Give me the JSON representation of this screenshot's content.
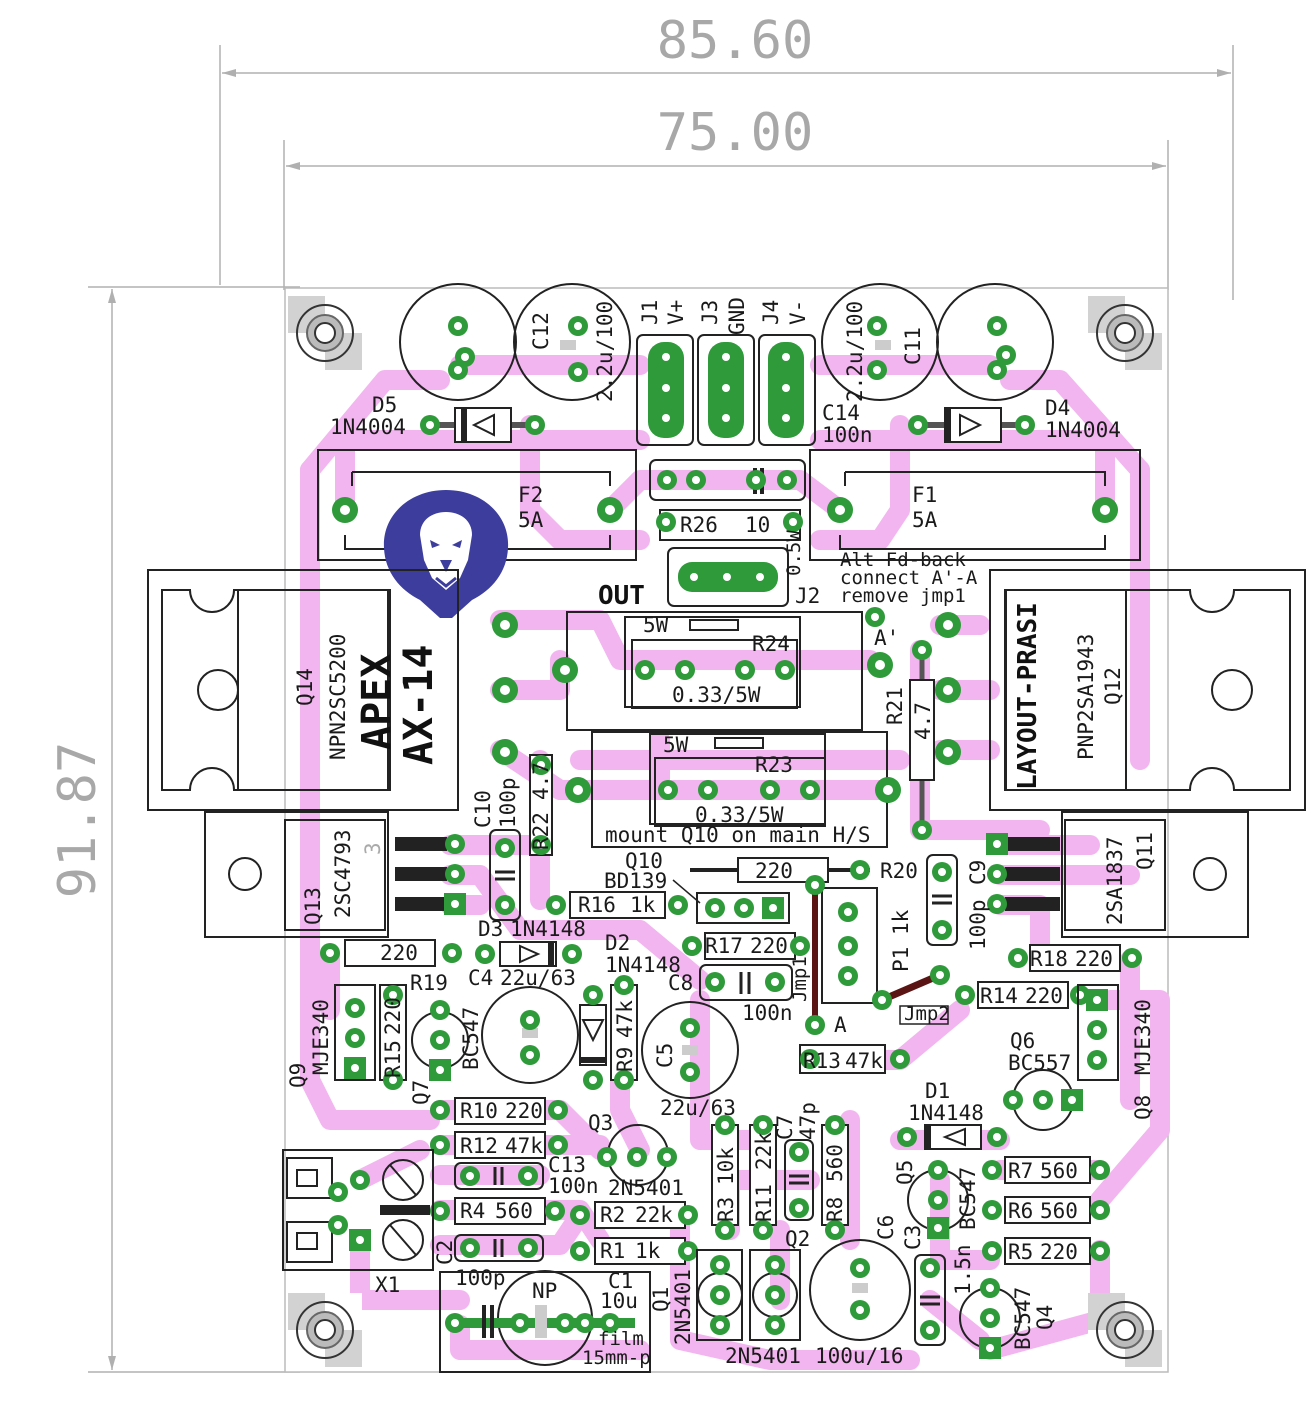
{
  "dimensions": {
    "width_total": "85.60",
    "width_inner": "75.00",
    "height": "91.87"
  },
  "brand": {
    "line1": "APEX",
    "line2": "AX-14",
    "right": "LAYOUT-PRASI",
    "logo": "lion-head-logo"
  },
  "labels": {
    "out": "OUT",
    "alt_fb_1": "Alt Fd-back",
    "alt_fb_2": "connect A'-A",
    "alt_fb_3": "remove jmp1",
    "a_prime": "A'",
    "a": "A",
    "mount_note": "mount Q10 on main H/S",
    "film": "film",
    "film_pitch": "15mm-p",
    "np": "NP",
    "half_watt": "0.5W",
    "five_watt_a": "5W",
    "five_watt_b": "5W"
  },
  "parts": {
    "j1": "J1",
    "j1_v": "V+",
    "j3": "J3",
    "j3_v": "GND",
    "j4": "J4",
    "j4_v": "V-",
    "j2": "J2",
    "c12": "C12",
    "c12_v": "2.2u/100",
    "c11": "C11",
    "c11_v": "2.2u/100",
    "c14": "C14",
    "c14_v": "100n",
    "d5": "D5",
    "d5_v": "1N4004",
    "d4": "D4",
    "d4_v": "1N4004",
    "f2": "F2",
    "f2_v": "5A",
    "f1": "F1",
    "f1_v": "5A",
    "r26": "R26",
    "r26_v": "10",
    "q14": "Q14",
    "q14_v": "NPN2SC5200",
    "q12": "Q12",
    "q12_v": "PNP2SA1943",
    "r24": "R24",
    "r24_v": "0.33/5W",
    "r23": "R23",
    "r23_v": "0.33/5W",
    "r21": "R21",
    "r21_v": "4.7",
    "r22": "R22",
    "r22_v": "4.7",
    "c10": "C10",
    "c10_v": "100p",
    "q13": "Q13",
    "q13_v": "2SC4793",
    "q11": "Q11",
    "q11_v": "2SA1837",
    "q10": "Q10",
    "q10_v": "BD139",
    "r20": "R20",
    "r20_v": "220",
    "c9": "C9",
    "c9_v": "100p",
    "r16": "R16",
    "r16_v": "1k",
    "d3": "D3",
    "d3_v": "1N4148",
    "r17": "R17",
    "r17_v": "220",
    "d2": "D2",
    "d2_v": "1N4148",
    "p1": "P1",
    "p1_v": "1k",
    "jmp1": "Jmp1",
    "jmp2": "Jmp2",
    "r18": "R18",
    "r18_v": "220",
    "r14": "R14",
    "r14_v": "220",
    "r220_left": "220",
    "c4": "C4",
    "c4_v": "22u/63",
    "c8": "C8",
    "c8_v": "100n",
    "r19": "R19",
    "r15": "R15",
    "r15_v": "220",
    "q7": "Q7",
    "q7_v": "BC547",
    "q9": "Q9",
    "q9_v": "MJE340",
    "q8": "Q8",
    "q8_v": "MJE340",
    "r9": "R9",
    "r9_v": "47k",
    "c5": "C5",
    "c5_v": "22u/63",
    "r13": "R13",
    "r13_v": "47k",
    "q6": "Q6",
    "q6_v": "BC557",
    "r10": "R10",
    "r10_v": "220",
    "r12": "R12",
    "r12_v": "47k",
    "c13": "C13",
    "c13_v": "100n",
    "q3": "Q3",
    "q3_v": "2N5401",
    "r3": "R3",
    "r3_v": "10k",
    "r11": "R11",
    "r11_v": "22k",
    "c7": "C7",
    "c7_v": "47p",
    "r8": "R8",
    "r8_v": "560",
    "d1": "D1",
    "d1_v": "1N4148",
    "q5": "Q5",
    "q5_v": "BC547",
    "r7": "R7",
    "r7_v": "560",
    "r6": "R6",
    "r6_v": "560",
    "r5": "R5",
    "r5_v": "220",
    "r4": "R4",
    "r4_v": "560",
    "r2": "R2",
    "r2_v": "22k",
    "r1": "R1",
    "r1_v": "1k",
    "c2": "C2",
    "c2_v": "100p",
    "c1": "C1",
    "c1_v": "10u",
    "c3": "C3",
    "c3_v": "1.5n",
    "c6": "C6",
    "c6_v": "100u/16",
    "q1": "Q1",
    "q1_v": "2N5401",
    "q2": "Q2",
    "q2_v": "2N5401",
    "q4": "Q4",
    "q4_v": "BC547",
    "x1": "X1"
  },
  "colors": {
    "board_bg": "#ffffff",
    "trace": "#f2b5ef",
    "pad": "#2e9a3a",
    "silkscreen": "#1a1a1a",
    "dimension": "#a8a8a8",
    "logo": "#3c3d9c",
    "jumper": "#5a1414"
  }
}
